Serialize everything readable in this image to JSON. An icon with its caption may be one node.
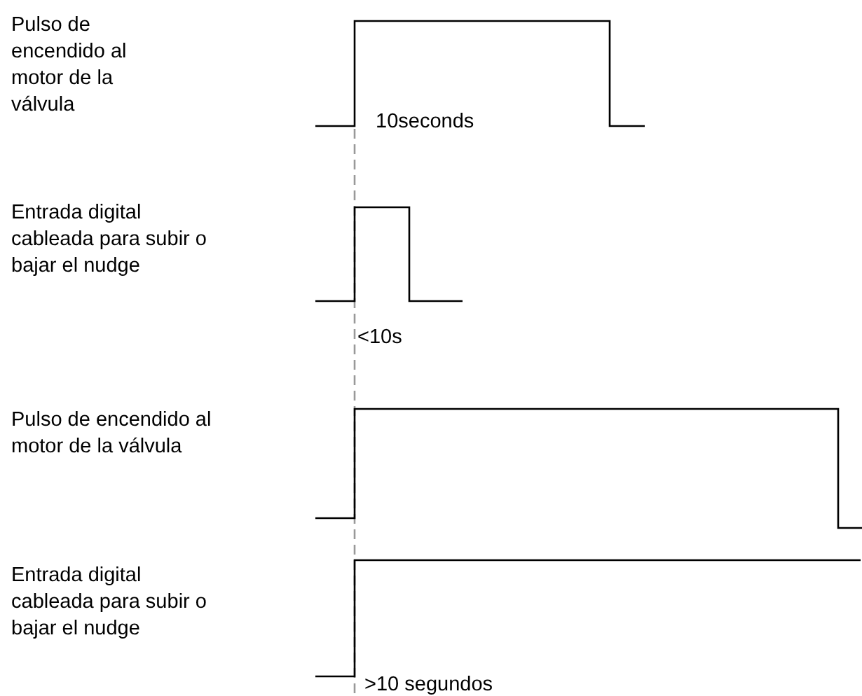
{
  "diagram": {
    "labels": [
      "Pulso de encendido al motor de la válvula",
      "10seconds",
      "Entrada digital cableada para subir o bajar el nudge",
      "<10s",
      "Pulso de encendido al motor de la válvula",
      ">10 segundos",
      "Entrada digital cableada para subir o bajar el nudge"
    ]
  }
}
